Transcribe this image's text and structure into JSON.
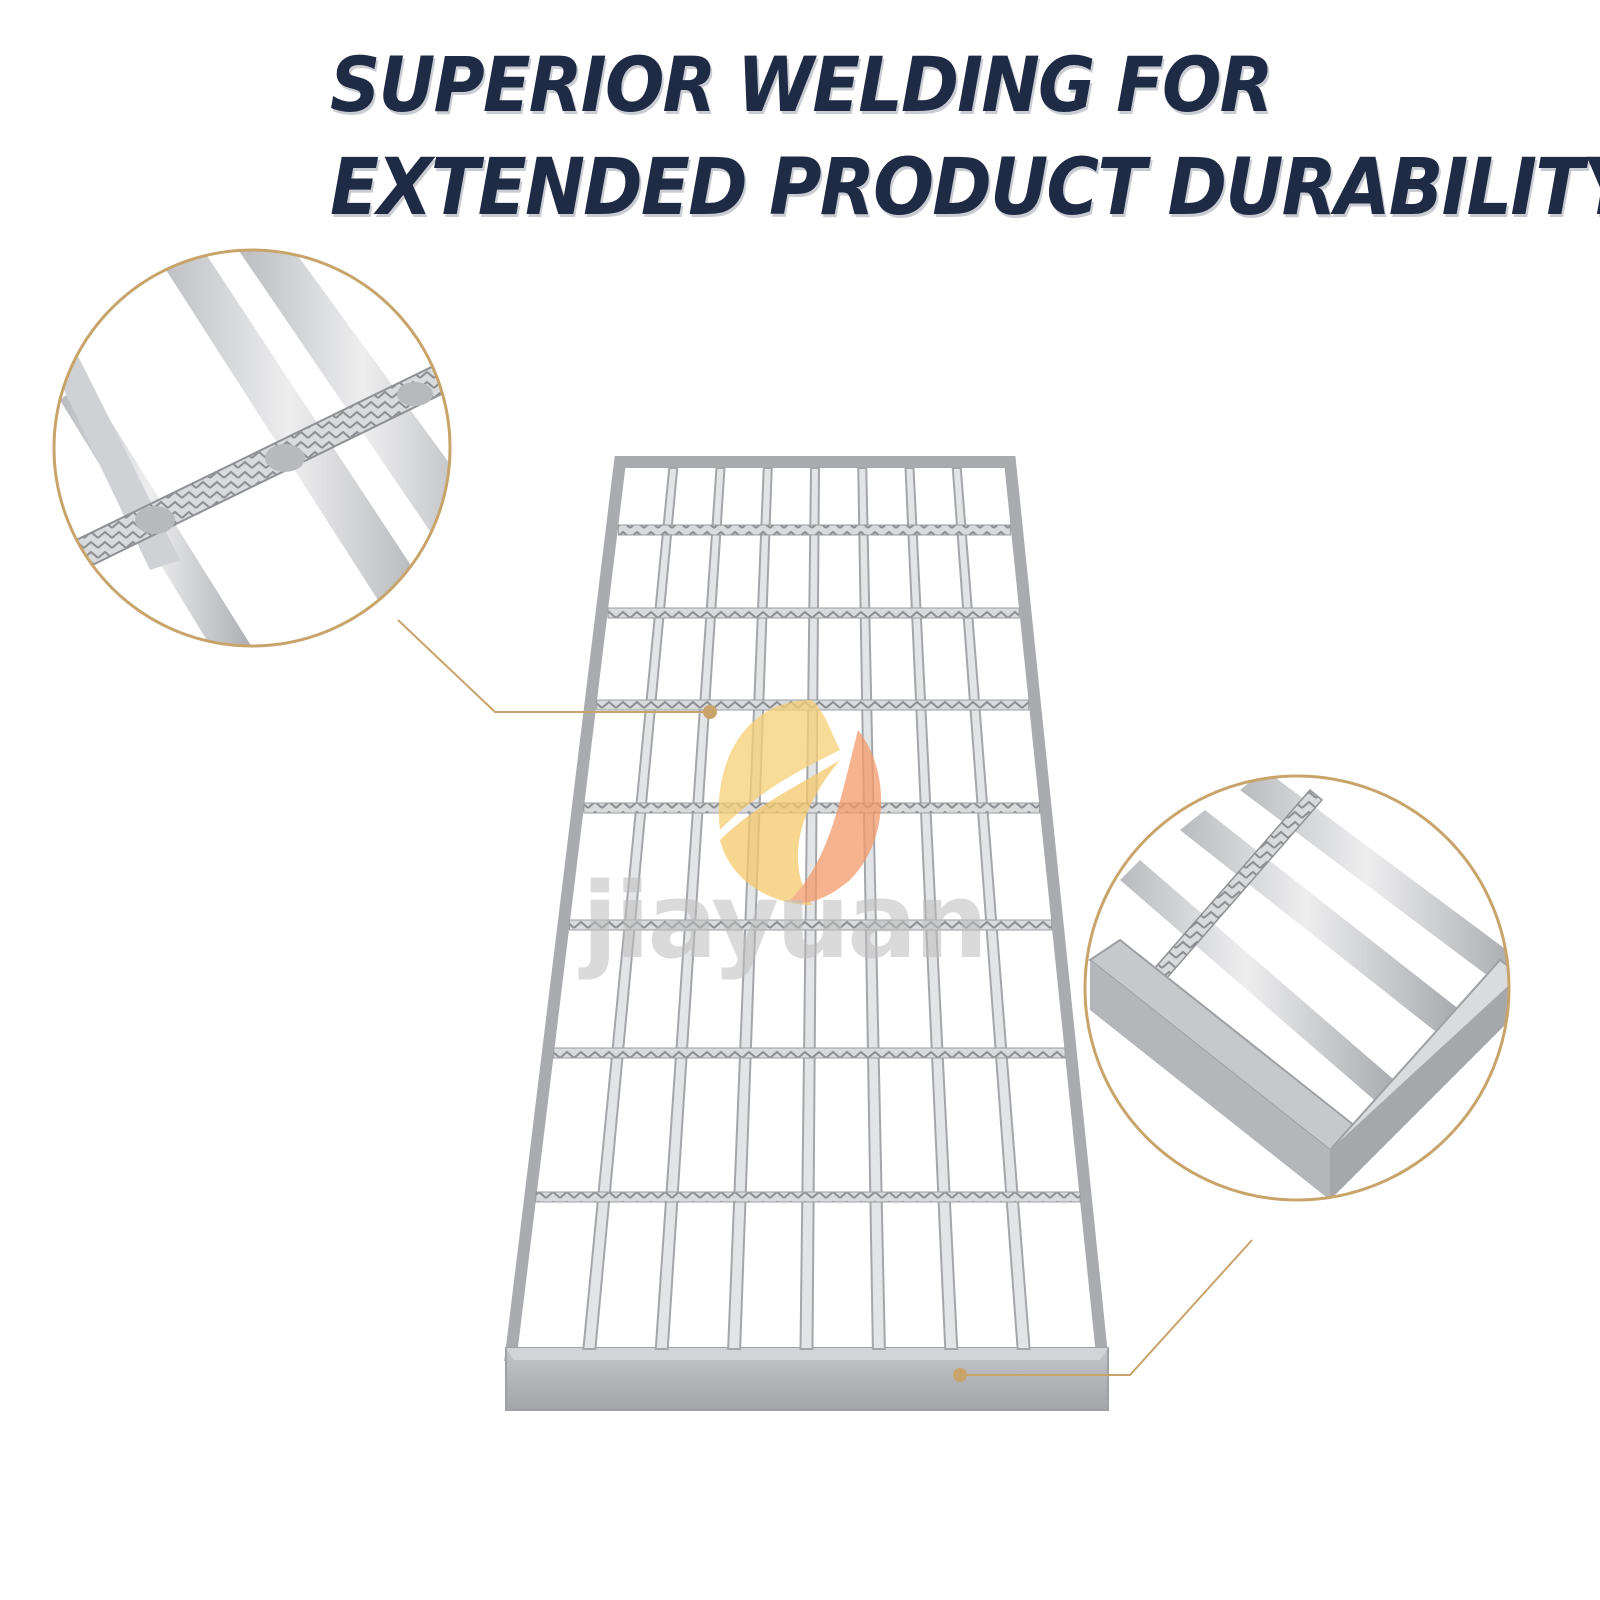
{
  "headline": {
    "line1": "SUPERIOR  WELDING  FOR",
    "line2": "EXTENDED  PRODUCT DURABILITY"
  },
  "watermark": {
    "text": "jiayuan"
  },
  "colors": {
    "headline": "#1f2a44",
    "callout_gold": "#c8a46a",
    "steel_light": "#e4e5e7",
    "steel_dark": "#9c9ea2",
    "watermark_yellow": "#f5c96a",
    "watermark_orange": "#f39a6a"
  },
  "icons": [
    "watermark-logo-icon"
  ]
}
